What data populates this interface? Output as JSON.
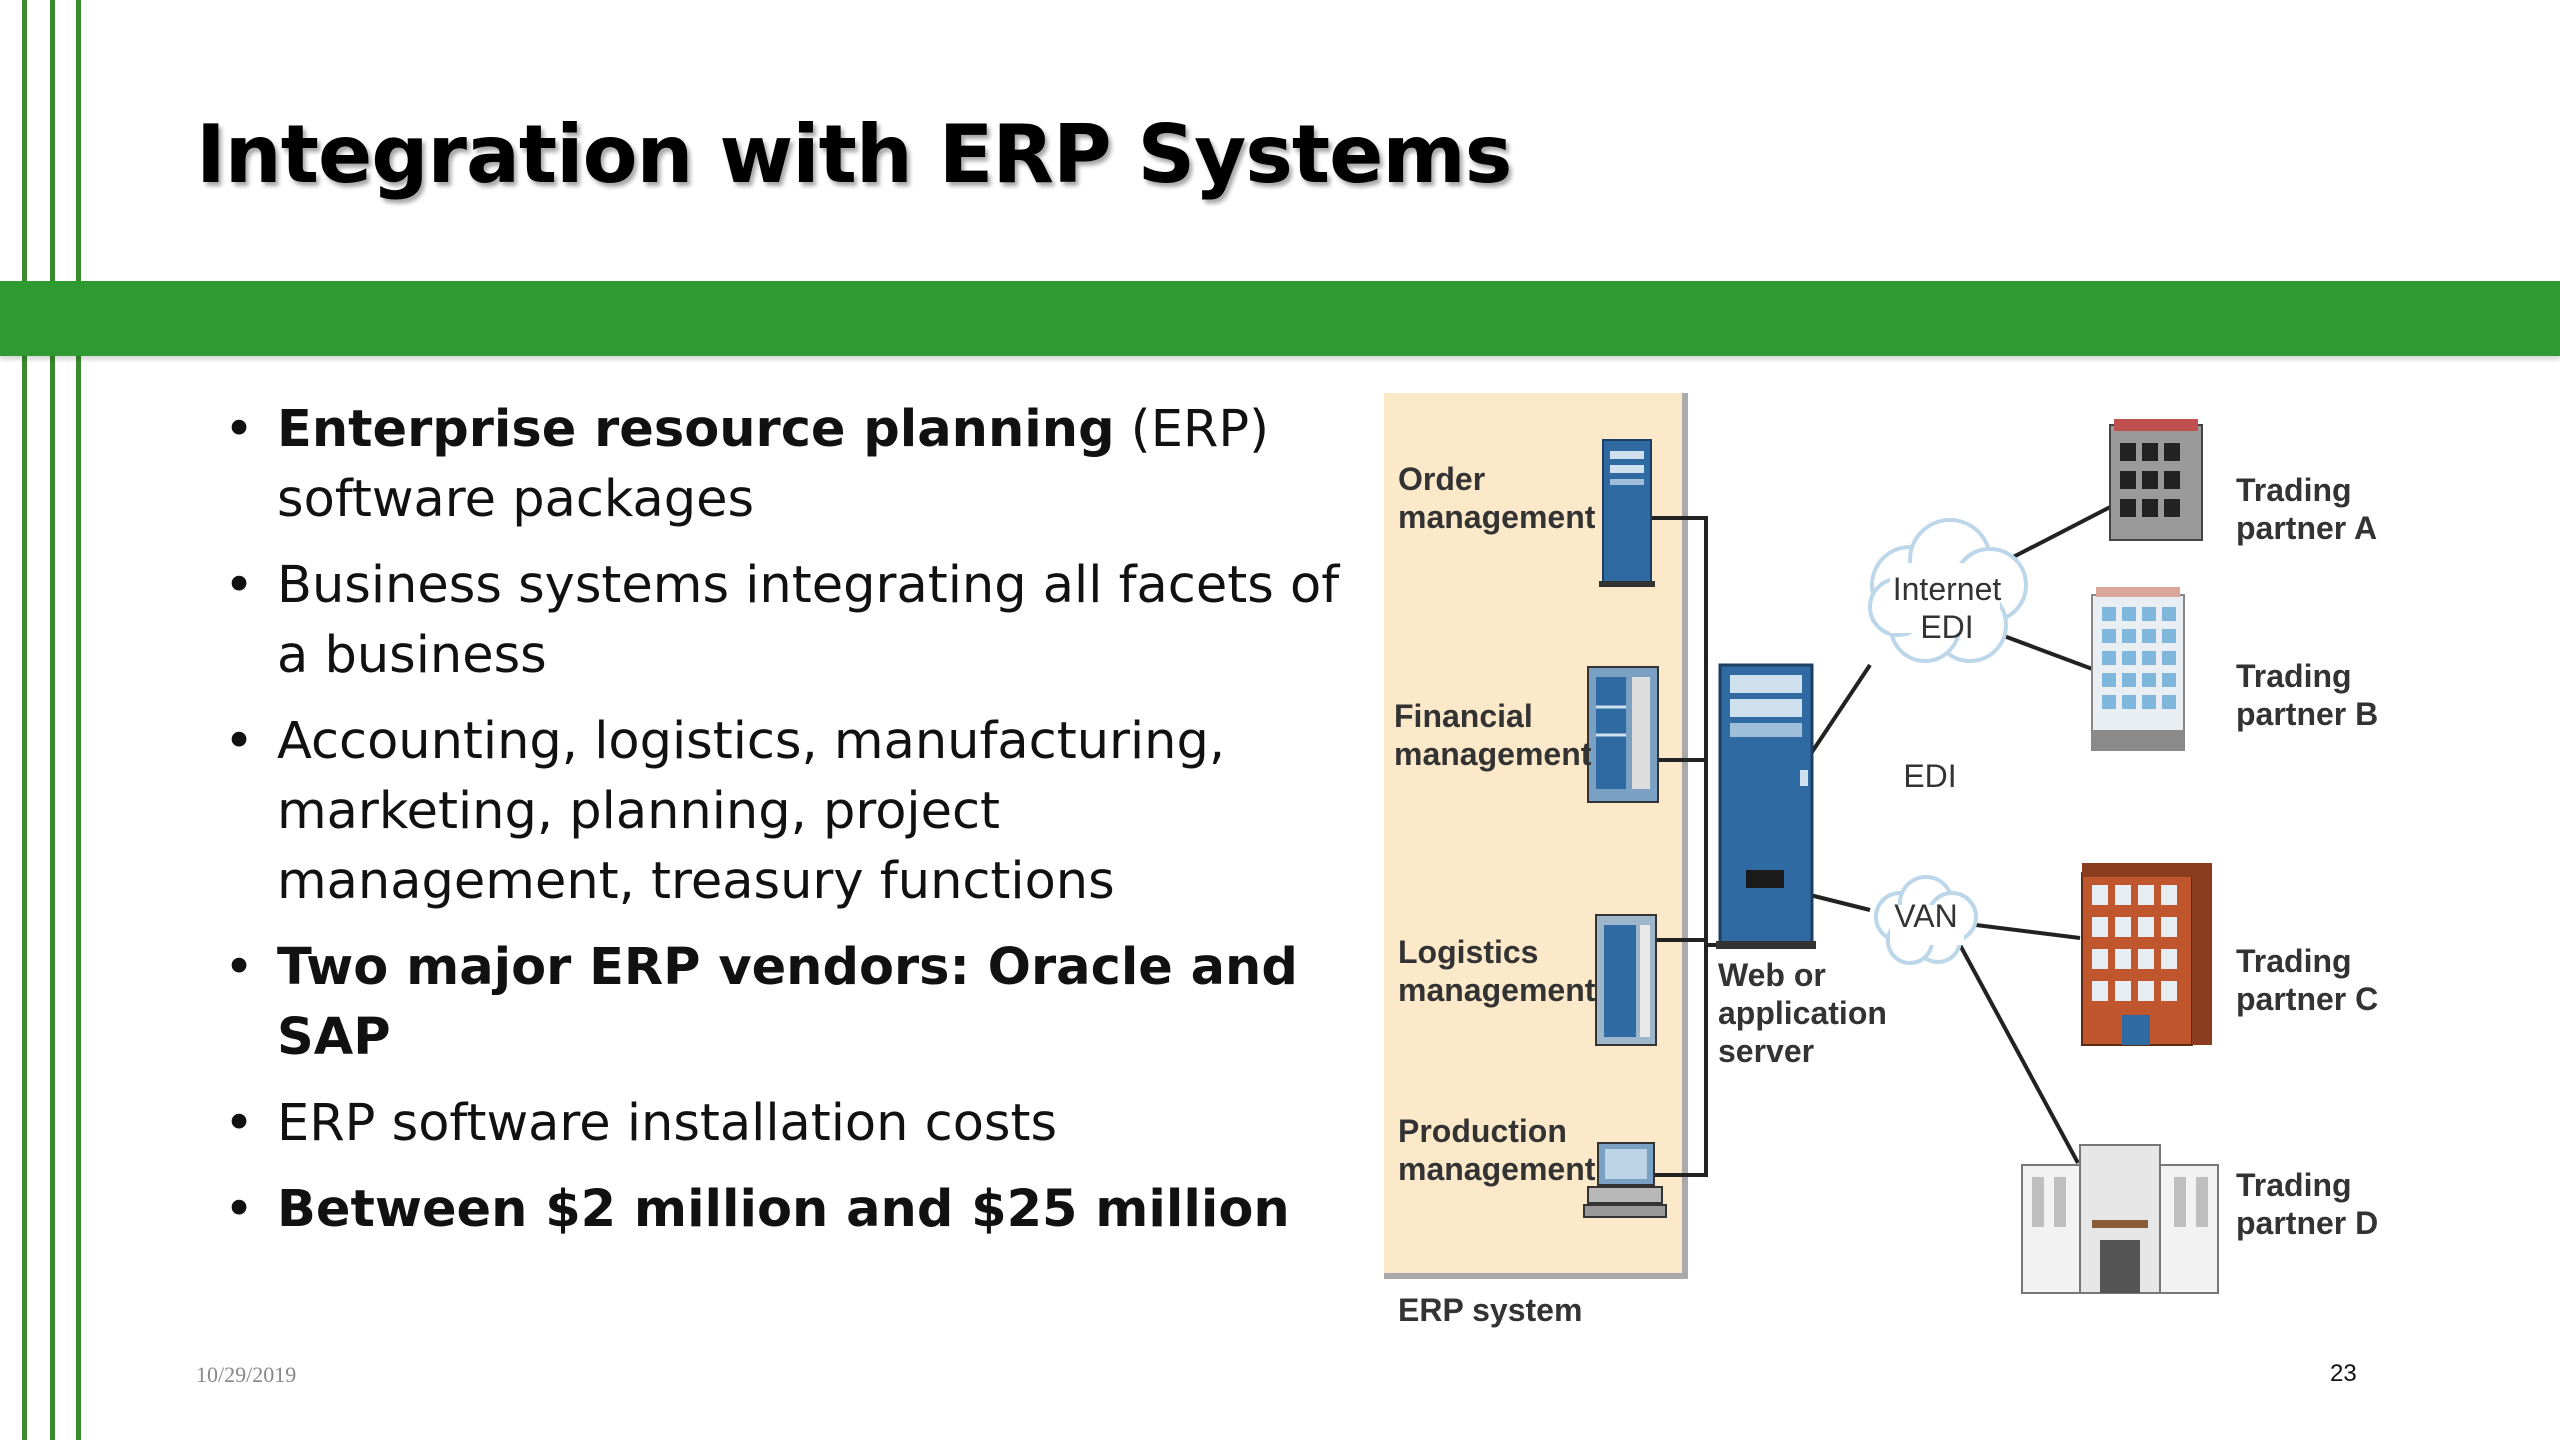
{
  "slide": {
    "title": "Integration with ERP Systems",
    "date": "10/29/2019",
    "page_number": "23"
  },
  "bullets": [
    {
      "bold": "Enterprise resource planning",
      "normal": " (ERP) software packages"
    },
    {
      "bold": "",
      "normal": "Business systems integrating all facets of a business"
    },
    {
      "bold": "",
      "normal": "Accounting, logistics, manufacturing, marketing, planning, project management, treasury functions"
    },
    {
      "bold": "Two major ERP vendors: Oracle and SAP",
      "normal": ""
    },
    {
      "bold": "",
      "normal": "ERP software installation costs"
    },
    {
      "bold": "Between $2 million and $25 million",
      "normal": ""
    }
  ],
  "diagram": {
    "modules": {
      "order": "Order\nmanagement",
      "financial": "Financial\nmanagement",
      "logistics": "Logistics\nmanagement",
      "production": "Production\nmanagement"
    },
    "erp_caption": "ERP system",
    "server_label": "Web or\napplication\nserver",
    "internet_edi": "Internet\nEDI",
    "edi": "EDI",
    "van": "VAN",
    "partners": {
      "a": "Trading\npartner A",
      "b": "Trading\npartner B",
      "c": "Trading\npartner C",
      "d": "Trading\npartner D"
    }
  },
  "colors": {
    "accent_green": "#2f9a31",
    "erp_panel": "#fbe9c9",
    "server_blue": "#2f6aa3"
  }
}
